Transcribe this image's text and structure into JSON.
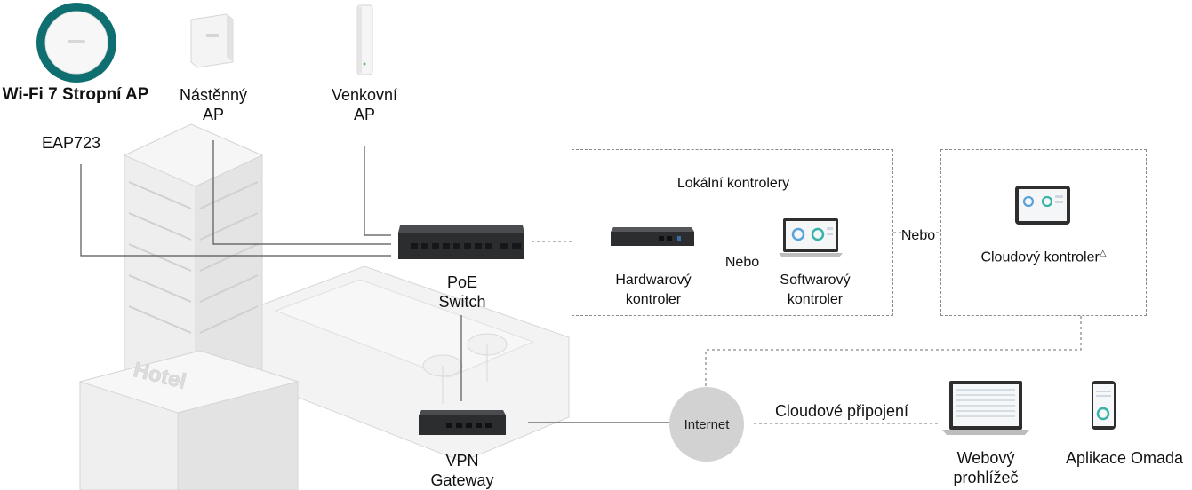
{
  "devices": {
    "ceiling_ap": {
      "title": "Wi-Fi 7 Stropní AP",
      "model": "EAP723"
    },
    "wall_ap": {
      "line1": "Nástěnný",
      "line2": "AP"
    },
    "outdoor_ap": {
      "line1": "Venkovní",
      "line2": "AP"
    },
    "poe_switch": {
      "line1": "PoE",
      "line2": "Switch"
    },
    "vpn_gateway": {
      "line1": "VPN",
      "line2": "Gateway"
    },
    "building_sign": "Hotel"
  },
  "local_controllers": {
    "title": "Lokální kontrolery",
    "hardware": {
      "line1": "Hardwarový",
      "line2": "kontroler"
    },
    "or": "Nebo",
    "software": {
      "line1": "Softwarový",
      "line2": "kontroler"
    }
  },
  "or_between": "Nebo",
  "cloud_controller": {
    "label": "Cloudový kontroler",
    "mark": "△"
  },
  "internet": "Internet",
  "cloud_connection": "Cloudové připojení",
  "web_browser": {
    "line1": "Webový",
    "line2": "prohlížeč"
  },
  "omada_app": "Aplikace Omada",
  "colors": {
    "ap_ring": "#0f6f70",
    "device_dark": "#2b2d2f",
    "line": "#555555",
    "dashed": "#8a8a8a",
    "building": "#e8e8e8"
  }
}
